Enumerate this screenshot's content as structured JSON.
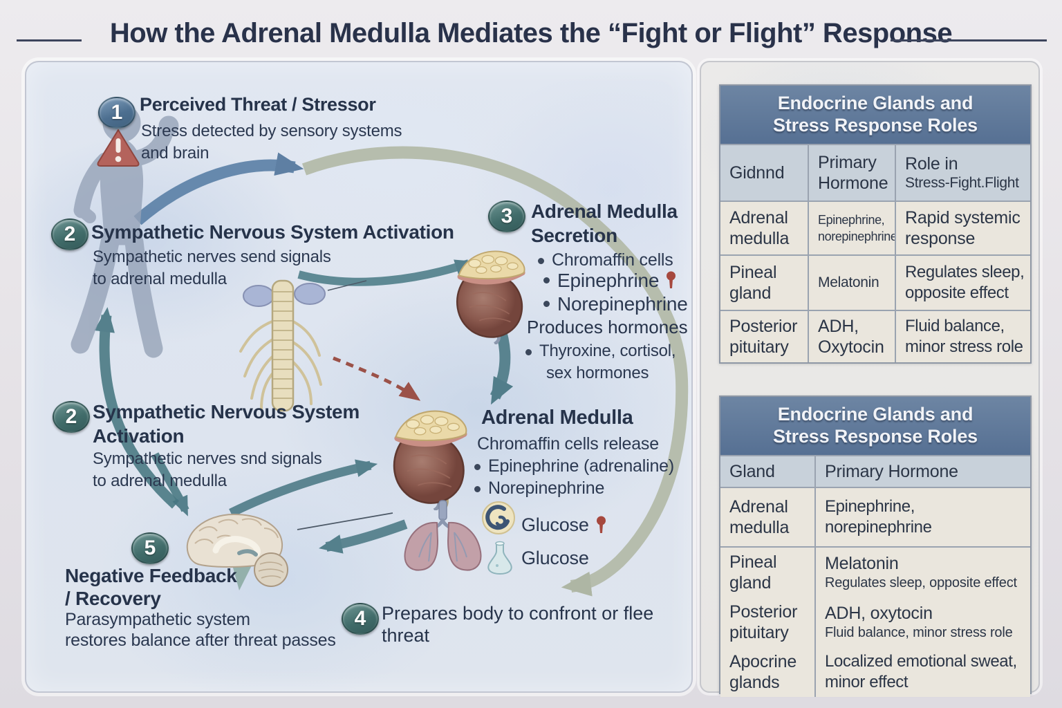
{
  "title": "How the Adrenal Medulla Mediates the “Fight or Flight” Response",
  "colors": {
    "badge_teal": "#416c6a",
    "badge_blue": "#4d6f90",
    "warning_red": "#b4635c",
    "arrow_blue": "#5d82a8",
    "arrow_teal": "#4f7c88",
    "arrow_sage": "#b0b8a5",
    "dashed_red": "#9b5148",
    "table_header_blue": "#567093"
  },
  "icons": {
    "warning_triangle": "exclamation-triangle",
    "hormone_pin": "red-pin-marker",
    "glucose_molecule": "ring-glyph-circle",
    "flask": "erlenmeyer-flask",
    "person": "person-silhouette",
    "spine": "spinal-cord",
    "adrenal": "adrenal-gland",
    "lungs": "lungs",
    "brain": "brain"
  },
  "diagram": {
    "step1": {
      "number": "1",
      "title": "Perceived Threat / Stressor",
      "line1": "Stress detected by sensory systems",
      "line2": "and brain"
    },
    "step2a": {
      "number": "2",
      "title": "Sympathetic Nervous System Activation",
      "line1": "Sympathetic nerves send signals",
      "line2": "to adrenal medulla"
    },
    "step3": {
      "number": "3",
      "title_line1": "Adrenal Medulla",
      "title_line2": "Secretion",
      "bullet1": "Chromaffin cells",
      "bullet2": "Epinephrine",
      "bullet3": "Norepinephrine"
    },
    "hormones": {
      "title": "Produces hormones",
      "line1": "Thyroxine, cortisol,",
      "line2": "sex hormones"
    },
    "step2b": {
      "number": "2",
      "title_line1": "Sympathetic Nervous System",
      "title_line2": "Activation",
      "line1": "Sympathetic nerves snd signals",
      "line2": "to adrenal medulla"
    },
    "adrenal_center": {
      "title": "Adrenal Medulla",
      "subtitle": "Chromaffin cells release",
      "bullet1": "Epinephrine (adrenaline)",
      "bullet2": "Norepinephrine"
    },
    "glucose_top": "Glucose",
    "glucose_bottom": "Glucose",
    "step4": {
      "number": "4",
      "line1": "Prepares body to confront or flee",
      "line2": "threat"
    },
    "step5": {
      "number": "5",
      "title_line1": "Negative Feedback",
      "title_line2": "/ Recovery",
      "line1": "Parasympathetic system",
      "line2": "restores balance after threat passes"
    }
  },
  "table1": {
    "title_line1": "Endocrine Glands and",
    "title_line2": "Stress Response Roles",
    "col_gland": "Gidnnd",
    "col_hormone_line1": "Primary",
    "col_hormone_line2": "Hormone",
    "col_role_line1": "Role in",
    "col_role_line2": "Stress-Fight.Flight",
    "rows": [
      {
        "gland_line1": "Adrenal",
        "gland_line2": "medulla",
        "hormone_line1": "Epinephrine,",
        "hormone_line2": "norepinephrine",
        "role_line1": "Rapid systemic",
        "role_line2": "response"
      },
      {
        "gland_line1": "Pineal",
        "gland_line2": "gland",
        "hormone_line1": "Melatonin",
        "hormone_line2": "",
        "role_line1": "Regulates sleep,",
        "role_line2": "opposite effect"
      },
      {
        "gland_line1": "Posterior",
        "gland_line2": "pituitary",
        "hormone_line1": "ADH,",
        "hormone_line2": "Oxytocin",
        "role_line1": "Fluid balance,",
        "role_line2": "minor stress role"
      }
    ]
  },
  "table2": {
    "title_line1": "Endocrine Glands and",
    "title_line2": "Stress Response Roles",
    "col_gland": "Gland",
    "col_hormone": "Primary Hormone",
    "rows": [
      {
        "gland_line1": "Adrenal",
        "gland_line2": "medulla",
        "hormone_main": "Epinephrine, norepinephrine",
        "hormone_sub": ""
      },
      {
        "gland_line1": "Pineal",
        "gland_line2": "gland",
        "hormone_main": "Melatonin",
        "hormone_sub": "Regulates sleep, opposite effect"
      },
      {
        "gland_line1": "Posterior",
        "gland_line2": "pituitary",
        "hormone_main": "ADH, oxytocin",
        "hormone_sub": "Fluid balance, minor stress role"
      },
      {
        "gland_line1": "Apocrine",
        "gland_line2": "glands",
        "hormone_main": "Localized emotional sweat,",
        "hormone_sub": "minor effect"
      }
    ]
  }
}
